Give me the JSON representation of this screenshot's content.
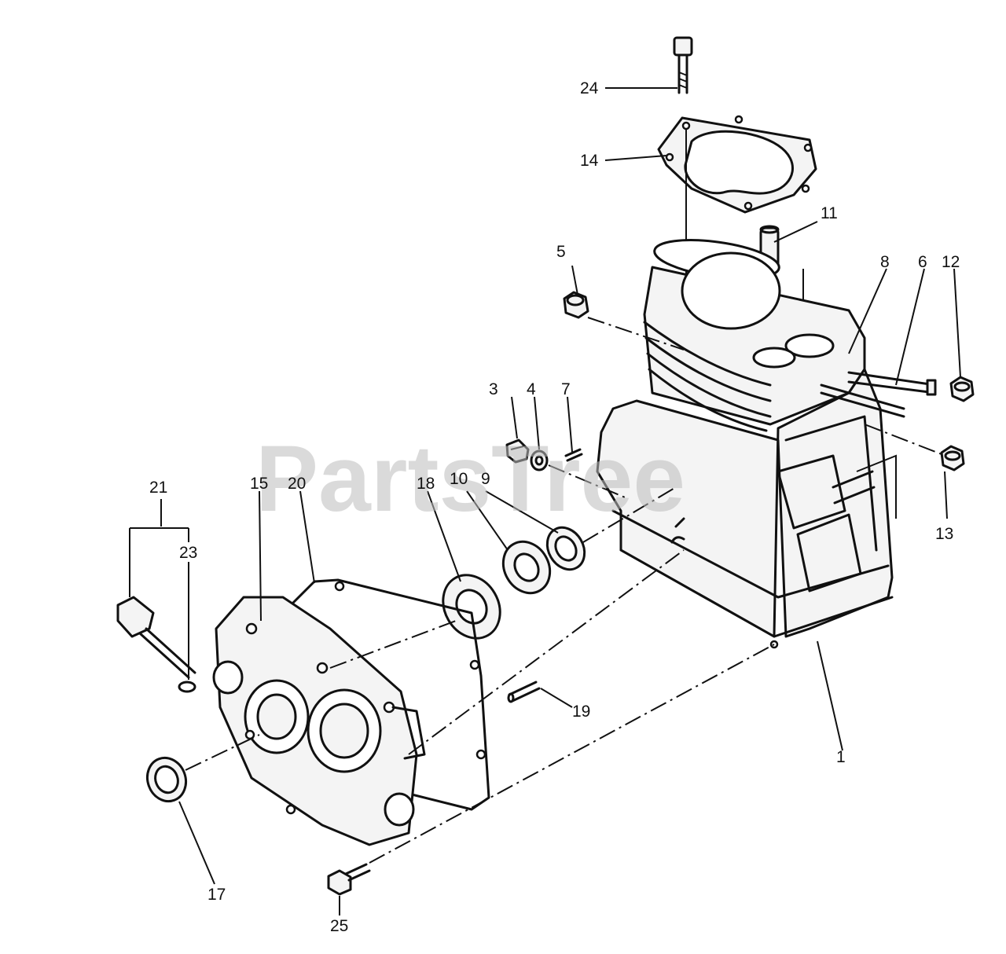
{
  "watermark": "PartsTree",
  "callouts": [
    {
      "id": "24",
      "text": "24"
    },
    {
      "id": "14",
      "text": "14"
    },
    {
      "id": "11",
      "text": "11"
    },
    {
      "id": "5",
      "text": "5"
    },
    {
      "id": "8",
      "text": "8"
    },
    {
      "id": "6",
      "text": "6"
    },
    {
      "id": "12",
      "text": "12"
    },
    {
      "id": "3",
      "text": "3"
    },
    {
      "id": "4",
      "text": "4"
    },
    {
      "id": "7",
      "text": "7"
    },
    {
      "id": "13",
      "text": "13"
    },
    {
      "id": "21",
      "text": "21"
    },
    {
      "id": "15",
      "text": "15"
    },
    {
      "id": "20",
      "text": "20"
    },
    {
      "id": "18",
      "text": "18"
    },
    {
      "id": "10",
      "text": "10"
    },
    {
      "id": "9",
      "text": "9"
    },
    {
      "id": "23",
      "text": "23"
    },
    {
      "id": "19",
      "text": "19"
    },
    {
      "id": "1",
      "text": "1"
    },
    {
      "id": "17",
      "text": "17"
    },
    {
      "id": "25",
      "text": "25"
    }
  ]
}
